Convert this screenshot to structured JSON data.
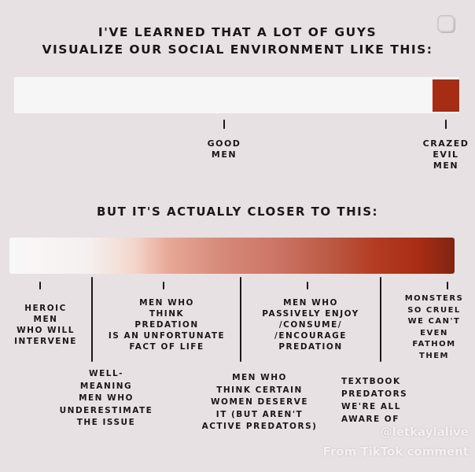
{
  "header": {
    "line1": "I'VE LEARNED THAT A LOT OF GUYS",
    "line2": "VISUALIZE OUR SOCIAL ENVIRONMENT LIKE THIS:"
  },
  "first_scale": {
    "labels": [
      {
        "lines": [
          "GOOD",
          "MEN"
        ]
      },
      {
        "lines": [
          "CRAZED",
          "EVIL",
          "MEN"
        ]
      }
    ],
    "colors": {
      "bar": "#f7f6f6",
      "evil": "#a52d13"
    }
  },
  "subheader": "BUT IT'S ACTUALLY CLOSER TO THIS:",
  "second_scale": {
    "gradient_start": "#f9f8f8",
    "gradient_end": "#7f2514",
    "upper_labels": [
      {
        "lines": [
          "HEROIC",
          "MEN",
          "WHO WILL",
          "INTERVENE"
        ]
      },
      {
        "lines": [
          "MEN WHO",
          "THINK",
          "PREDATION",
          "IS AN UNFORTUNATE",
          "FACT OF LIFE"
        ]
      },
      {
        "lines": [
          "MEN WHO",
          "PASSIVELY ENJOY",
          "/CONSUME/",
          "/ENCOURAGE",
          "PREDATION"
        ]
      },
      {
        "lines": [
          "MONSTERS",
          "SO CRUEL",
          "WE CAN'T",
          "EVEN",
          "FATHOM",
          "THEM"
        ]
      }
    ],
    "lower_labels": [
      {
        "lines": [
          "WELL-",
          "MEANING",
          "MEN WHO",
          "UNDERESTIMATE",
          "THE ISSUE"
        ]
      },
      {
        "lines": [
          "MEN WHO",
          "THINK CERTAIN",
          "WOMEN DESERVE",
          "IT (BUT AREN'T",
          "ACTIVE PREDATORS)"
        ]
      },
      {
        "lines": [
          "TEXTBOOK",
          "PREDATORS",
          "WE'RE ALL",
          "AWARE OF"
        ]
      }
    ]
  },
  "watermark": {
    "handle": "@letkaylalive",
    "source": "From TikTok comment"
  }
}
